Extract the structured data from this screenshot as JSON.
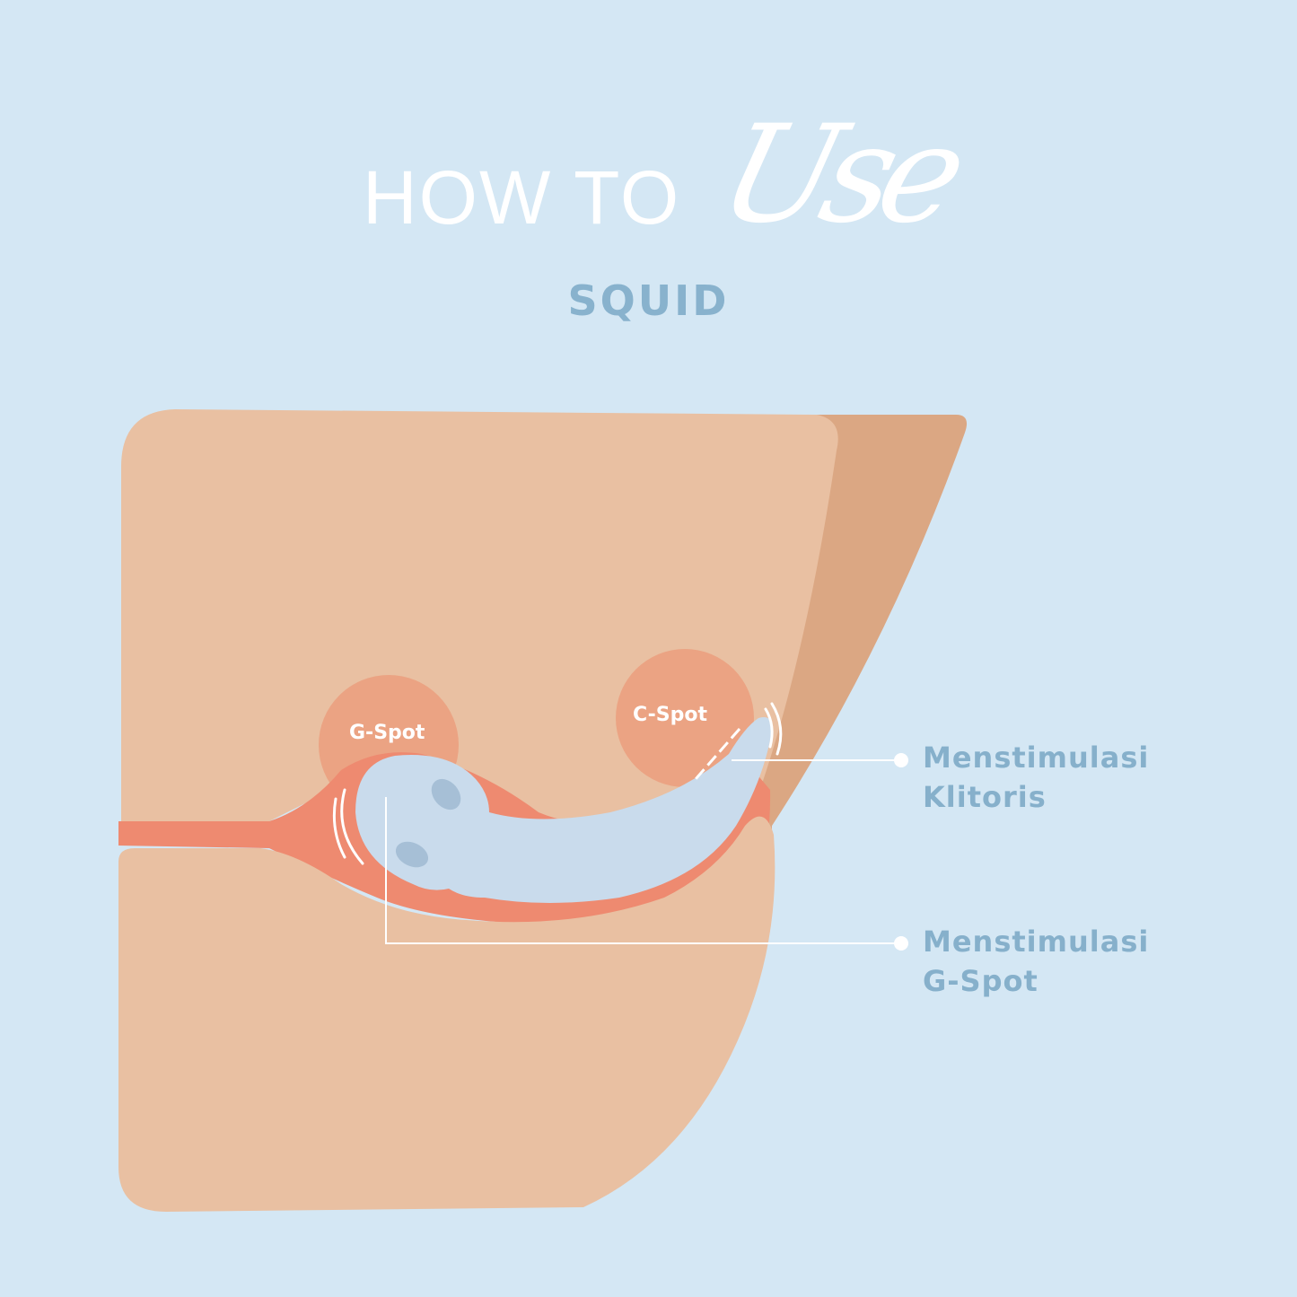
{
  "header": {
    "title_main": "HOW TO",
    "title_script": "Use",
    "subtitle": "SQUID"
  },
  "diagram": {
    "spots": [
      {
        "id": "g-spot",
        "label": "G-Spot"
      },
      {
        "id": "c-spot",
        "label": "C-Spot"
      }
    ],
    "callouts": [
      {
        "line1": "Menstimulasi",
        "line2": "Klitoris"
      },
      {
        "line1": "Menstimulasi",
        "line2": "G-Spot"
      }
    ]
  },
  "colors": {
    "background": "#d4e7f4",
    "skin": "#e9c0a2",
    "skin_shadow": "#dba783",
    "spot_circle": "#eba383",
    "canal": "#ee8a70",
    "device": "#c9dbec",
    "device_dots": "#a6bfd6",
    "callout_text": "#86b0cb",
    "title_text": "#ffffff"
  }
}
